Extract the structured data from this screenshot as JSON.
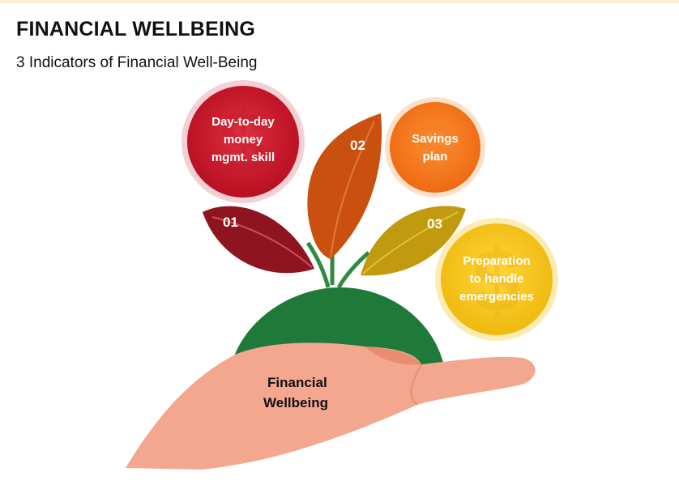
{
  "header": {
    "title": "FINANCIAL WELLBEING",
    "subtitle": "3 Indicators of Financial Well-Being"
  },
  "center": {
    "line1": "Financial",
    "line2": "Wellbeing"
  },
  "indicators": [
    {
      "number": "01",
      "lines": [
        "Day-to-day",
        "money",
        "mgmt. skill"
      ],
      "color": "#c8102e",
      "leaf_color": "#8e1520"
    },
    {
      "number": "02",
      "lines": [
        "Savings",
        "plan"
      ],
      "color": "#f47a20",
      "leaf_color": "#c9500e"
    },
    {
      "number": "03",
      "lines": [
        "Preparation",
        "to handle",
        "emergencies"
      ],
      "color": "#f2c21b",
      "leaf_color": "#c29a10"
    }
  ],
  "colors": {
    "soil": "#1f7a3a",
    "stem": "#2e8b40",
    "hand": "#f4a78f",
    "hand_dark": "#e88c72"
  },
  "icons": [
    "dollar-icon",
    "dollar-icon",
    "dollar-icon"
  ]
}
